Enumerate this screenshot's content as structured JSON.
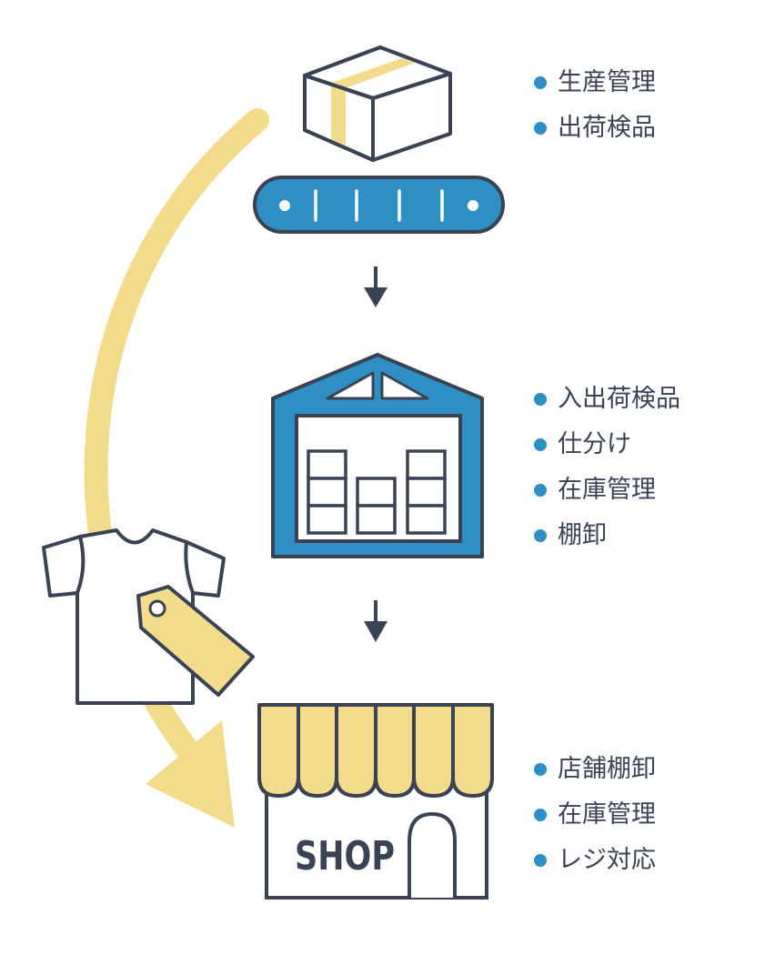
{
  "colors": {
    "navy": "#3a4354",
    "blue": "#2e8fc4",
    "yellow": "#f2dc8c",
    "white": "#ffffff"
  },
  "icons": {
    "production": "cardboard-box-icon",
    "conveyor": "conveyor-belt-icon",
    "warehouse": "warehouse-icon",
    "shop": "shop-icon",
    "garment": "tshirt-icon",
    "tag": "price-tag-icon",
    "flow": "down-arrow-icon",
    "bypass": "curved-arrow-icon"
  },
  "production": {
    "items": [
      "生産管理",
      "出荷検品"
    ]
  },
  "warehouse": {
    "items": [
      "入出荷検品",
      "仕分け",
      "在庫管理",
      "棚卸"
    ]
  },
  "shop": {
    "sign": "SHOP",
    "items": [
      "店舗棚卸",
      "在庫管理",
      "レジ対応"
    ]
  }
}
